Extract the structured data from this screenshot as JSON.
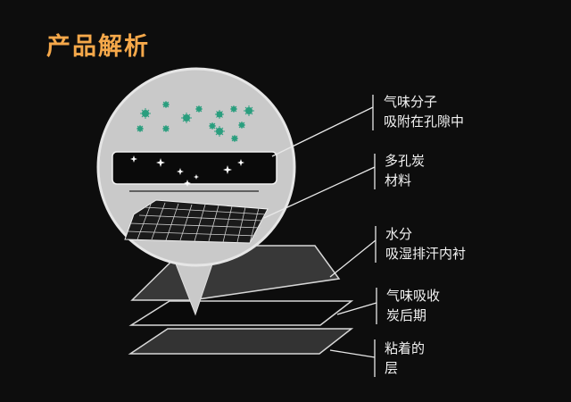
{
  "title": "产品解析",
  "labels": [
    {
      "lines": [
        "气味分子",
        "吸附在孔隙中"
      ]
    },
    {
      "lines": [
        "多孔炭",
        "材料"
      ]
    },
    {
      "lines": [
        "水分",
        "吸湿排汗内衬"
      ]
    },
    {
      "lines": [
        "气味吸收",
        "炭后期"
      ]
    },
    {
      "lines": [
        "粘着的",
        "层"
      ]
    }
  ],
  "colors": {
    "background": "#0d0d0d",
    "title": "#f5a84a",
    "molecule": "#2a9e7e",
    "circle": "#c9c9c9",
    "top_layer": "#383838",
    "middle_layer": "#0a0a0a",
    "bottom_layer": "#333333",
    "layer_edge": "#d8d8d8",
    "text": "#f2f2f2"
  }
}
